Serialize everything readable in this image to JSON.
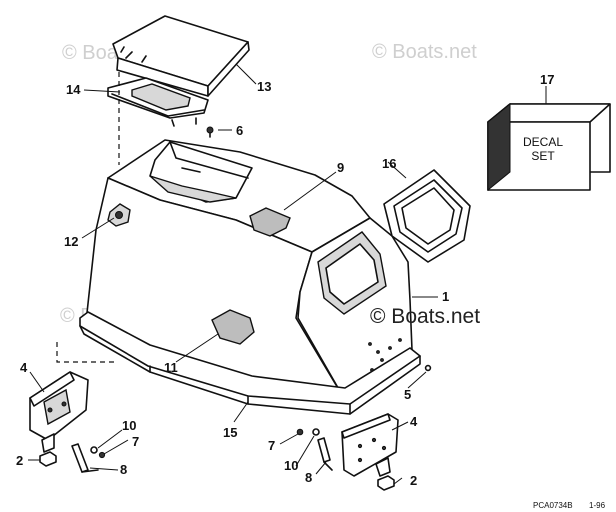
{
  "watermarks": {
    "top_left": "© Boats.net",
    "top_right": "© Boats.net",
    "mid_left": "© Boats.net",
    "mid_right": "© Boats.net"
  },
  "decal": {
    "line1": "DECAL",
    "line2": "SET"
  },
  "callouts": {
    "c1": "1",
    "c2a": "2",
    "c2b": "2",
    "c4a": "4",
    "c4b": "4",
    "c5": "5",
    "c6": "6",
    "c7a": "7",
    "c7b": "7",
    "c8a": "8",
    "c8b": "8",
    "c9": "9",
    "c10a": "10",
    "c10b": "10",
    "c11": "11",
    "c12": "12",
    "c13": "13",
    "c14": "14",
    "c15": "15",
    "c16": "16",
    "c17": "17"
  },
  "footer": {
    "code": "PCA0734B",
    "date": "1-96"
  }
}
